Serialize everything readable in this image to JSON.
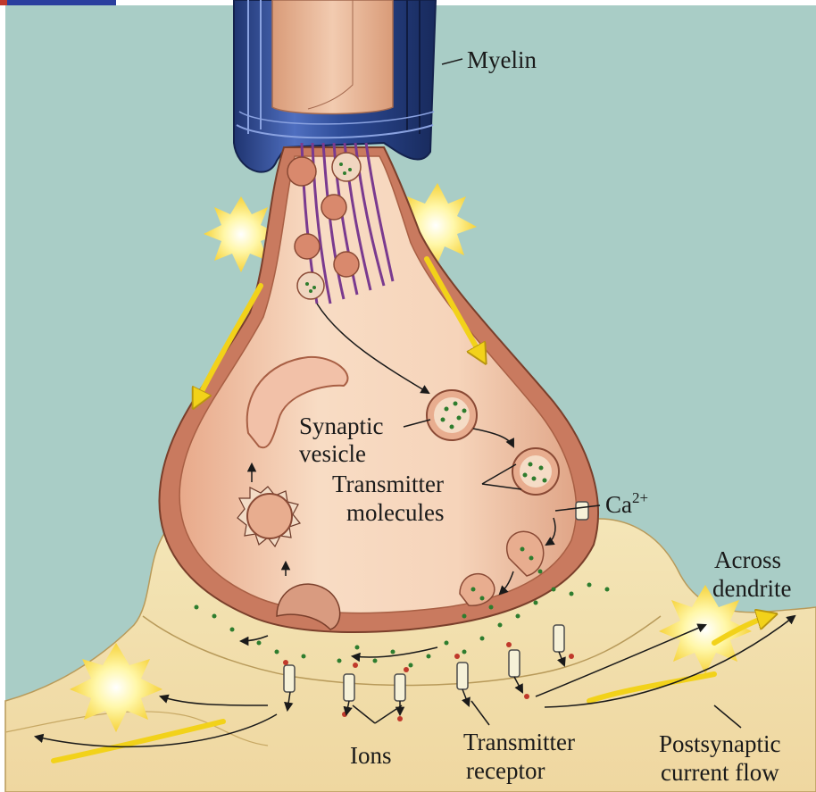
{
  "labels": {
    "myelin": "Myelin",
    "synaptic_vesicle": [
      "Synaptic",
      "vesicle"
    ],
    "transmitter_molecules": [
      "Transmitter",
      "molecules"
    ],
    "calcium": {
      "base": "Ca",
      "superscript": "2+"
    },
    "across_dendrite": [
      "Across",
      "dendrite"
    ],
    "ions": "Ions",
    "transmitter_receptor": [
      "Transmitter",
      "receptor"
    ],
    "postsynaptic_current_flow": [
      "Postsynaptic",
      "current flow"
    ]
  },
  "colors": {
    "background": "#a9cdc6",
    "membrane_outer": "#c97a5f",
    "membrane_inner": "#f2c9ad",
    "cytoplasm": "#f7d7bd",
    "myelin_blue": "#2f4f9a",
    "axon_core": "#e6b08f",
    "microtubule": "#7a3a8f",
    "postsynaptic": "#f2e0ad",
    "glow_yellow": "#fff27a",
    "arrow_yellow": "#f2d21a",
    "transmitter_green": "#2e7d2e",
    "ion_red": "#c0392b"
  }
}
